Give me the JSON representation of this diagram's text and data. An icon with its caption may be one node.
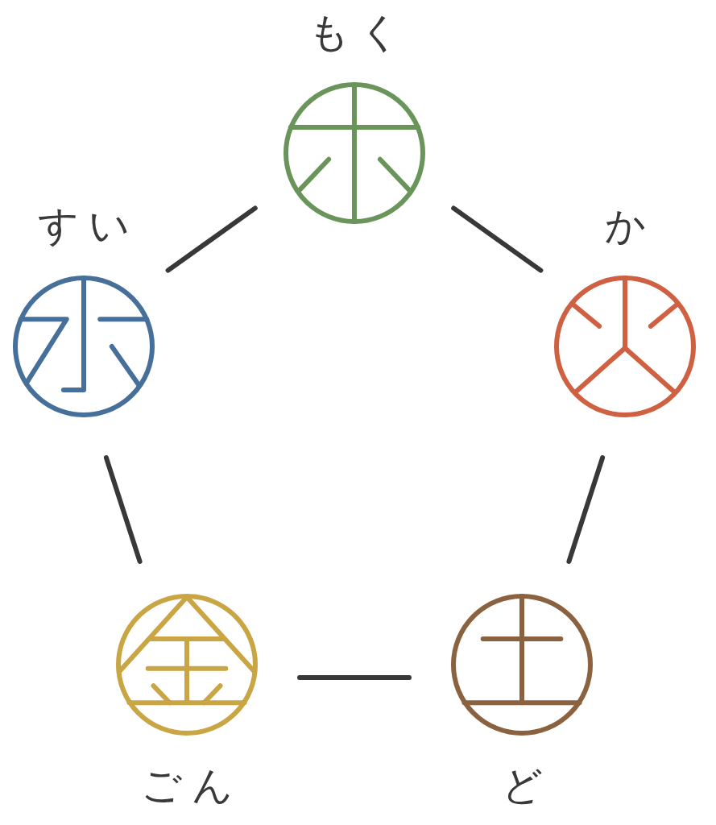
{
  "diagram": {
    "nodes": [
      {
        "text": [
          "もく"
        ]
      },
      {
        "text": [
          "すい"
        ]
      },
      {
        "text": [
          "か"
        ]
      },
      {
        "text": [
          "ごん"
        ]
      },
      {
        "text": [
          "ど"
        ]
      }
    ],
    "edges": [
      {
        "from": 0,
        "to": 2,
        "arrow": "none"
      },
      {
        "from": 2,
        "to": 4,
        "arrow": "none"
      },
      {
        "from": 4,
        "to": 3,
        "arrow": "none"
      },
      {
        "from": 3,
        "to": 1,
        "arrow": "none"
      },
      {
        "from": 1,
        "to": 0,
        "arrow": "none"
      }
    ]
  }
}
